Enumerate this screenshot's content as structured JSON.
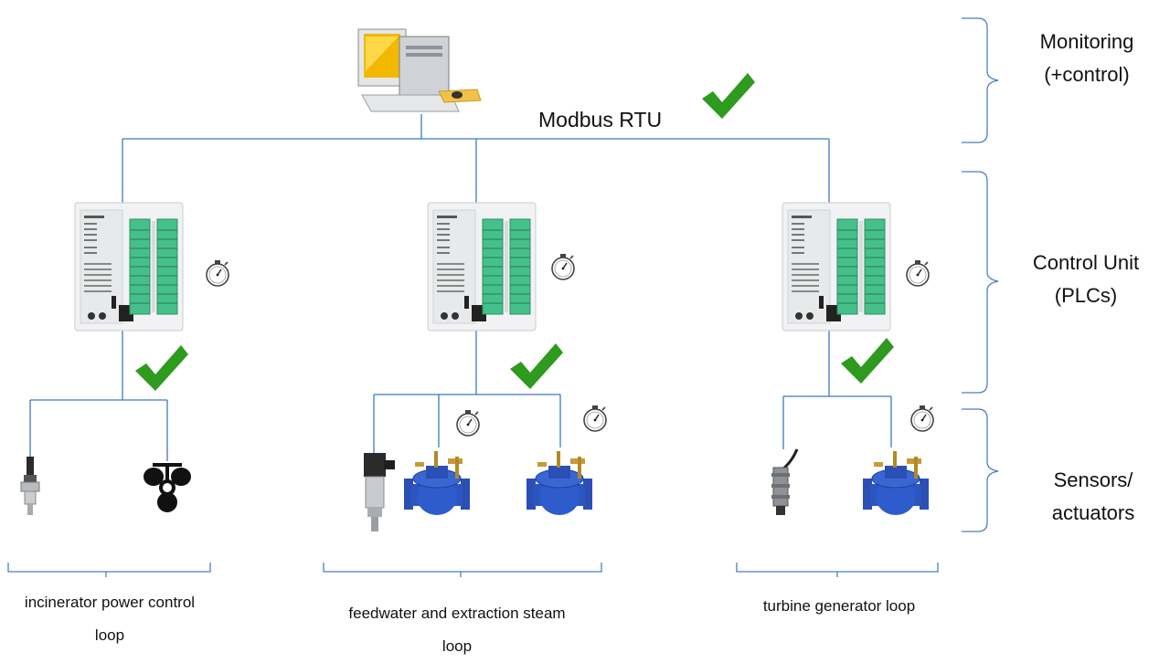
{
  "bus_label": "Modbus RTU",
  "tiers": [
    {
      "line1": "Monitoring",
      "line2": "(+control)"
    },
    {
      "line1": "Control Unit",
      "line2": "(PLCs)"
    },
    {
      "line1": "Sensors/",
      "line2": "actuators"
    }
  ],
  "loops": [
    {
      "line1": "incinerator power  control",
      "line2": "loop"
    },
    {
      "line1": "feedwater  and  extraction  steam",
      "line2": "loop"
    },
    {
      "line1": "turbine generator loop",
      "line2": ""
    }
  ],
  "colors": {
    "wire": "#3b78c4",
    "bracket": "#4a7fc1",
    "check": "#2e9a1e",
    "plc_terminal": "#45c08a",
    "valve": "#2a4fb5",
    "monitor_screen": "#f2b800",
    "mousepad": "#f0c24a"
  },
  "icons": [
    "computer-icon",
    "plc-icon",
    "stopwatch-icon",
    "check-icon",
    "temperature-sensor-icon",
    "fan-icon",
    "pressure-transmitter-icon",
    "control-valve-icon",
    "proximity-sensor-icon"
  ]
}
